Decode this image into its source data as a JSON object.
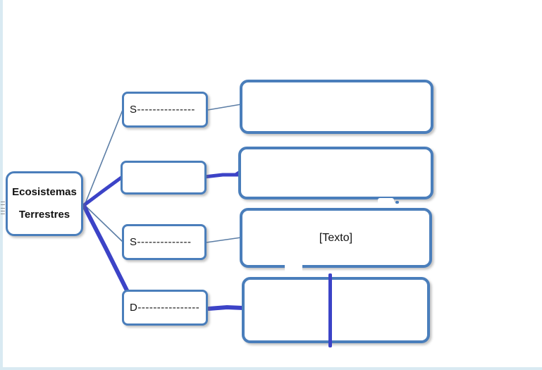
{
  "page": {
    "background": "#ffffff",
    "edge_color": "#d9eaf2"
  },
  "colors": {
    "box_border": "#4a7ebb",
    "thin_connector": "#5b7da5",
    "thick_connector": "#3c43c7",
    "text": "#111111"
  },
  "diagram": {
    "root": {
      "line1": "Ecosistemas",
      "line2": "Terrestres"
    },
    "branches": [
      {
        "label": "S---------------"
      },
      {
        "label": ""
      },
      {
        "label": "S--------------"
      },
      {
        "label": "D----------------"
      }
    ],
    "details": [
      {
        "label": ""
      },
      {
        "label": ""
      },
      {
        "label": "[Texto]"
      },
      {
        "label": ""
      }
    ]
  }
}
